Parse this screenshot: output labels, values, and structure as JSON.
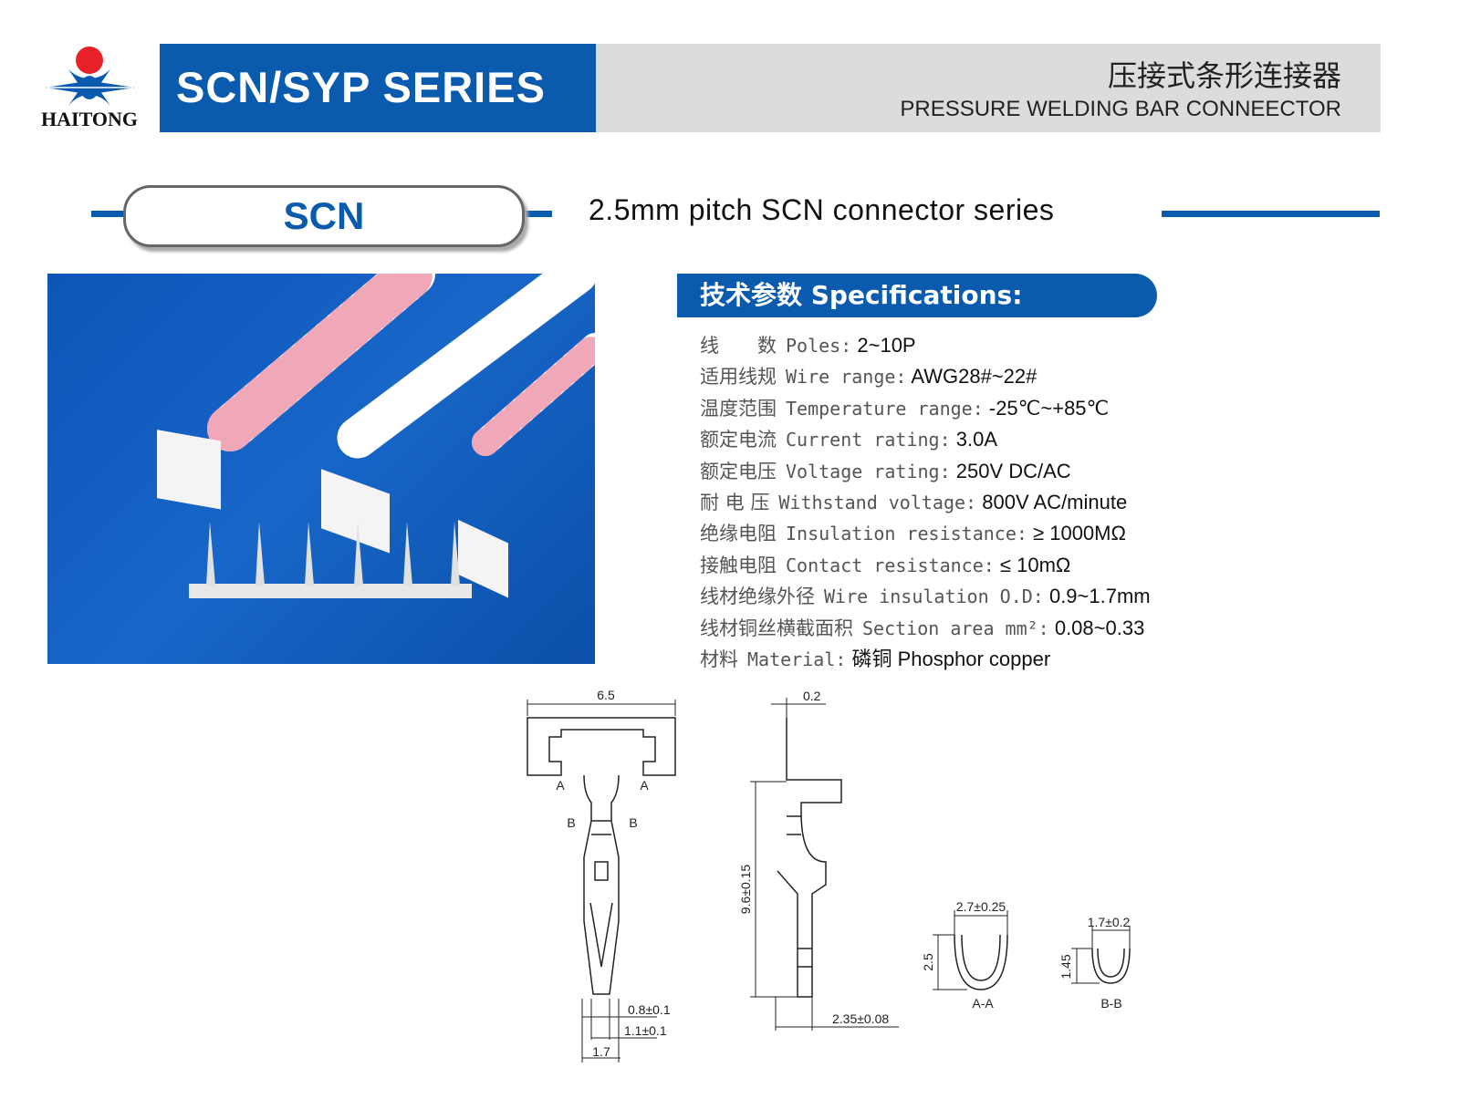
{
  "header": {
    "logo_text": "HAITONG",
    "series_title": "SCN/SYP SERIES",
    "cn_title": "压接式条形连接器",
    "en_title": "PRESSURE WELDING BAR CONNEECTOR"
  },
  "section": {
    "badge": "SCN",
    "subtitle": "2.5mm pitch SCN connector series"
  },
  "specs": {
    "heading": "技术参数 Specifications:",
    "rows": [
      {
        "cn": "线　　数",
        "label": "Poles:",
        "value": "2~10P"
      },
      {
        "cn": "适用线规",
        "label": "Wire range:",
        "value": "AWG28#~22#"
      },
      {
        "cn": "温度范围",
        "label": "Temperature range:",
        "value": "-25℃~+85℃"
      },
      {
        "cn": "额定电流",
        "label": "Current rating:",
        "value": "3.0A"
      },
      {
        "cn": "额定电压",
        "label": "Voltage rating:",
        "value": "250V DC/AC"
      },
      {
        "cn": "耐 电 压",
        "label": "Withstand voltage:",
        "value": "800V AC/minute"
      },
      {
        "cn": "绝缘电阻",
        "label": "Insulation resistance:",
        "value": "≥ 1000MΩ"
      },
      {
        "cn": "接触电阻",
        "label": "Contact resistance:",
        "value": "≤ 10mΩ"
      },
      {
        "cn": "线材绝缘外径",
        "label": "Wire insulation O.D:",
        "value": "0.9~1.7mm"
      },
      {
        "cn": "线材铜丝横截面积",
        "label": "Section area mm²:",
        "value": "0.08~0.33"
      },
      {
        "cn": "材料",
        "label": "Material:",
        "value": "磷铜 Phosphor copper"
      }
    ]
  },
  "drawing": {
    "d1": "6.5",
    "a": "A",
    "b": "B",
    "d2": "0.8±0.1",
    "d3": "1.1±0.1",
    "d4": "1.7",
    "d5": "0.2",
    "d6": "9.6±0.15",
    "d7": "2.35±0.08",
    "d8": "2.7±0.25",
    "d9": "2.5",
    "aa": "A-A",
    "d10": "1.7±0.2",
    "d11": "1.45",
    "bb": "B-B"
  },
  "colors": {
    "brand_blue": "#0a5bad",
    "logo_red": "#e8202a",
    "band_gray": "#dcdcdc"
  }
}
